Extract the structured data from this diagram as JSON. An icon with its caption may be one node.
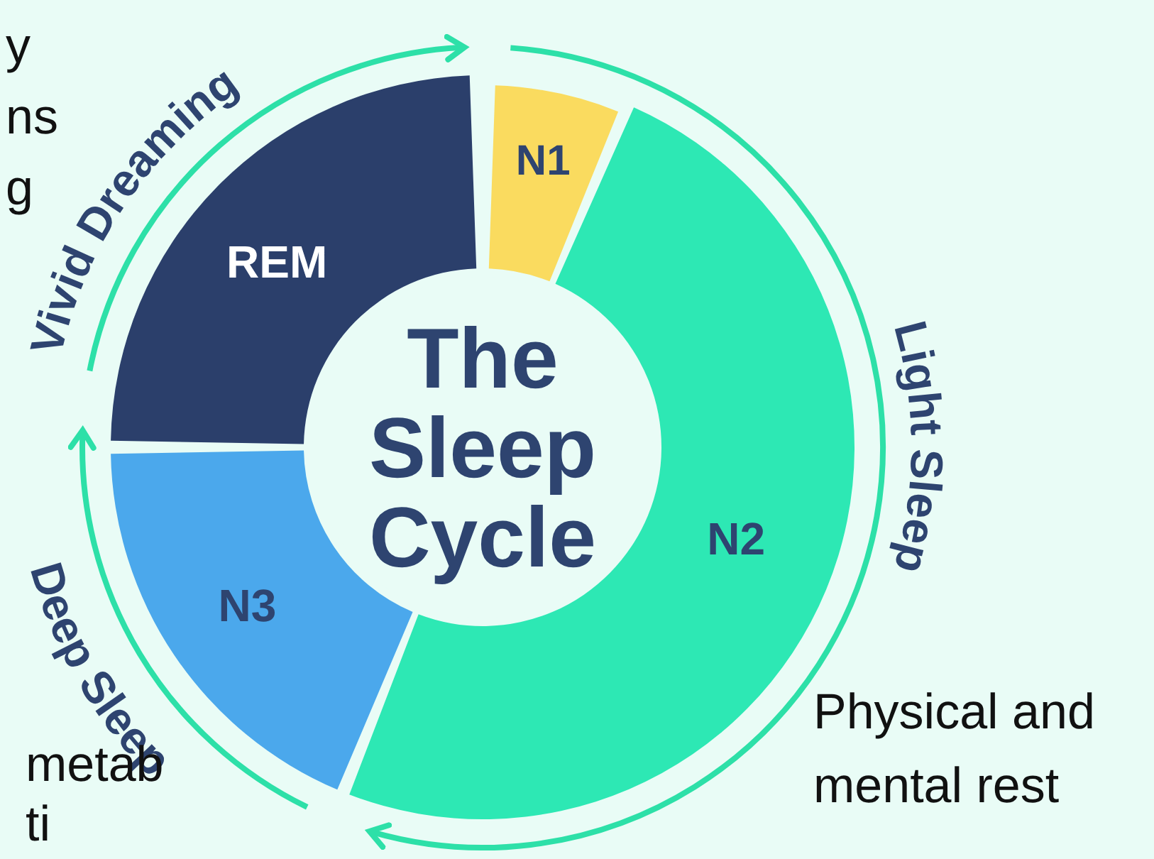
{
  "diagram": {
    "nodes": [
      {
        "text": [
          "REM"
        ]
      },
      {
        "text": [
          "N1"
        ]
      },
      {
        "text": [
          "The Sleep Cycle"
        ]
      },
      {
        "text": [
          "N3"
        ]
      },
      {
        "text": [
          "N2"
        ]
      }
    ],
    "labels": [
      "y ns g",
      "Vivid Dreaming",
      "Light Sleep",
      "Deep Sleep",
      "Physical and mental rest",
      "metab ti"
    ]
  }
}
